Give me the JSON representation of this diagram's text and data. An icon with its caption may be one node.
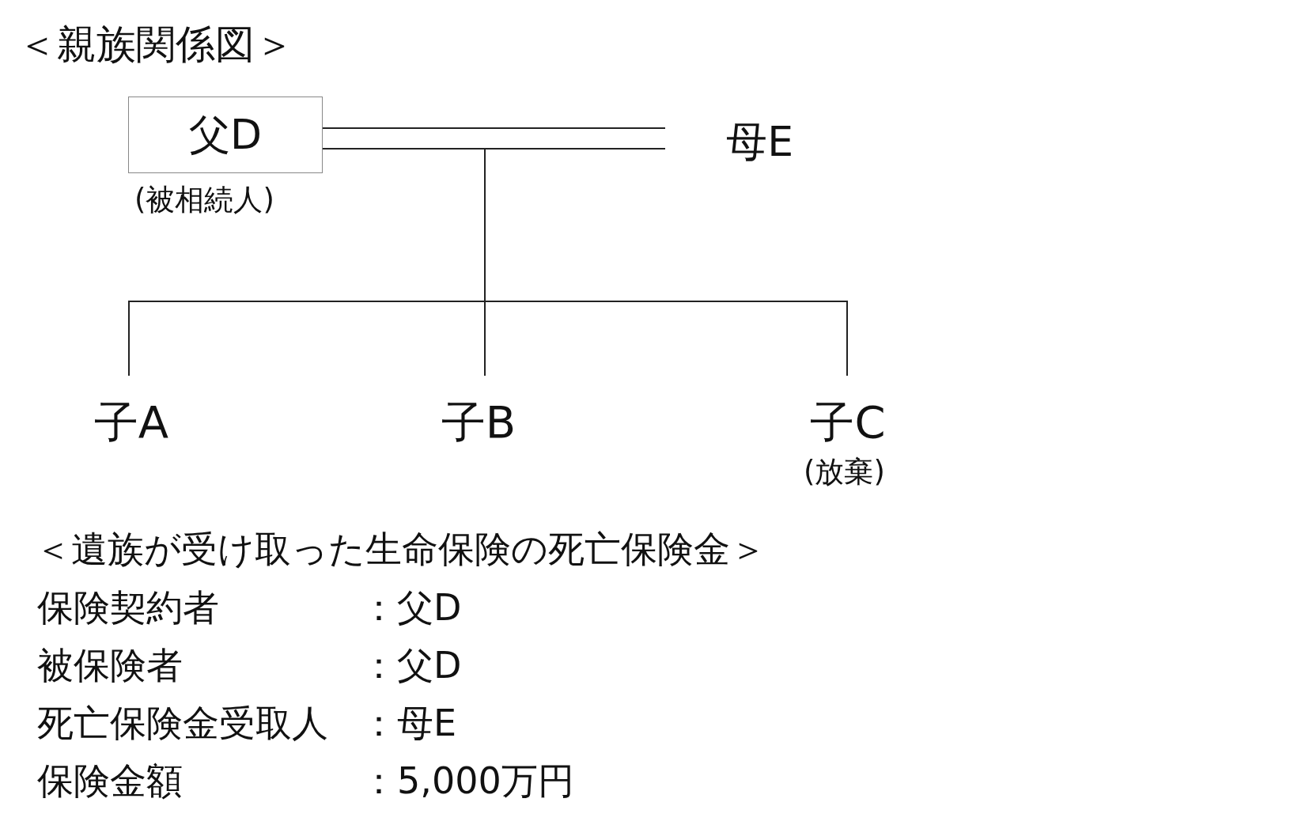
{
  "diagram": {
    "title": "＜親族関係図＞",
    "nodes": [
      {
        "text": [
          "父D"
        ],
        "beside": [
          "(被相続人)"
        ]
      },
      {
        "text": [
          "母E"
        ]
      },
      {
        "text": [
          "子A"
        ]
      },
      {
        "text": [
          "子B"
        ]
      },
      {
        "text": [
          "子C"
        ],
        "beside": [
          "(放棄)"
        ]
      }
    ],
    "edges": [
      {
        "from": 0,
        "to": 1,
        "arrow": "none"
      },
      {
        "from": 0,
        "to": 2,
        "arrow": "none"
      },
      {
        "from": 0,
        "to": 3,
        "arrow": "none"
      },
      {
        "from": 0,
        "to": 4,
        "arrow": "none"
      },
      {
        "from": 1,
        "to": 2,
        "arrow": "none"
      },
      {
        "from": 1,
        "to": 3,
        "arrow": "none"
      },
      {
        "from": 1,
        "to": 4,
        "arrow": "none"
      }
    ],
    "labels": [
      "＜遺族が受け取った生命保険の死亡保険金＞",
      "保険契約者",
      "：父D",
      "被保険者",
      "：父D",
      "死亡保険金受取人",
      "：母E",
      "保険金額",
      "：5,000万円"
    ]
  }
}
